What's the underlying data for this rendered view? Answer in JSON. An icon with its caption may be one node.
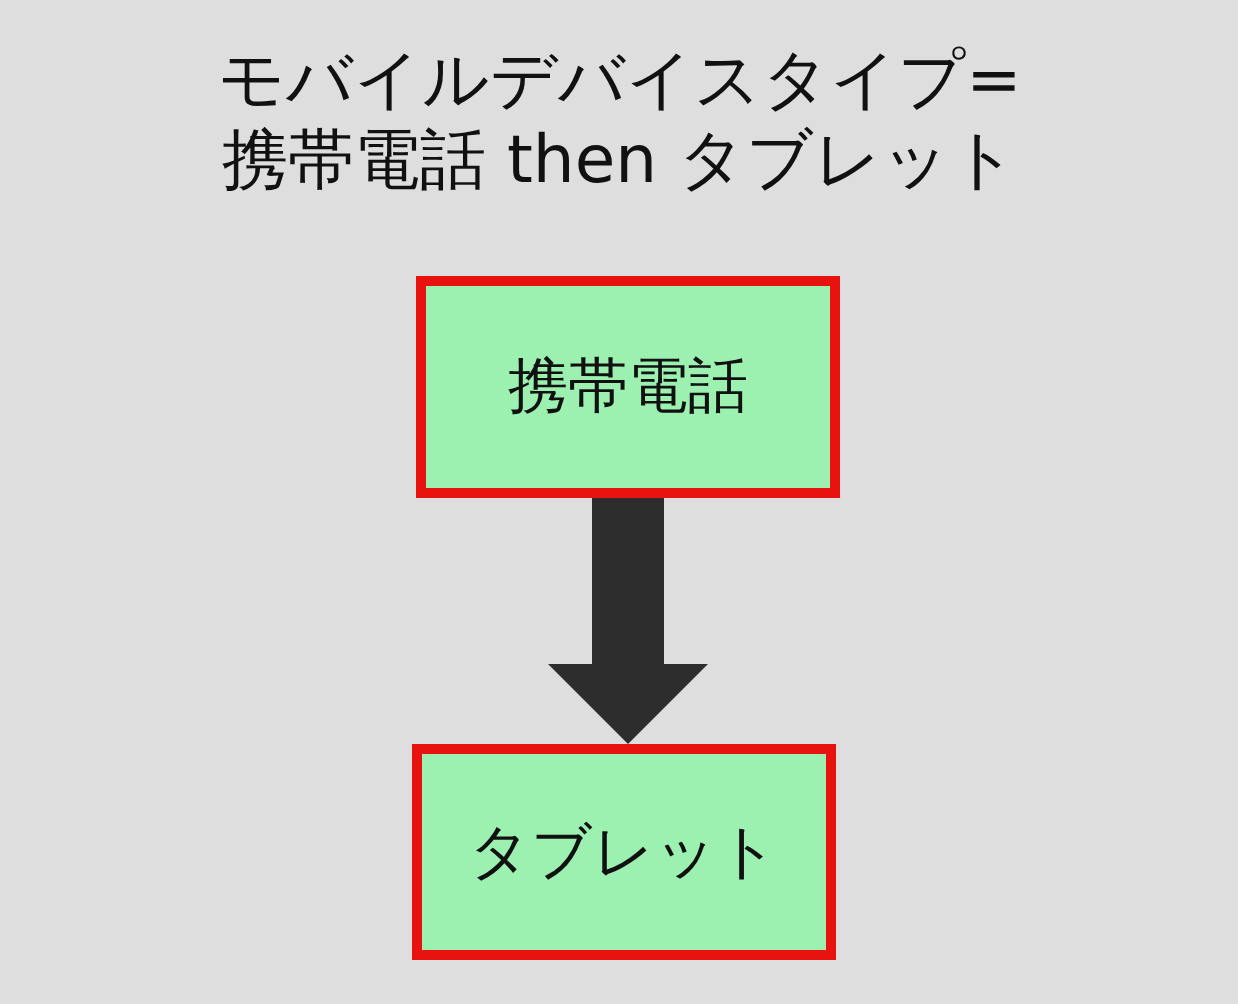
{
  "diagram": {
    "title": "モバイルデバイスタイプ= 携帯電話 then タブレット",
    "nodes": [
      {
        "text": [
          "携帯電話"
        ]
      },
      {
        "text": [
          "タブレット"
        ]
      }
    ],
    "edges": [
      {
        "from": 0,
        "to": 1,
        "arrow": "to",
        "color": "#2d2d2d",
        "style": "thick"
      }
    ]
  }
}
